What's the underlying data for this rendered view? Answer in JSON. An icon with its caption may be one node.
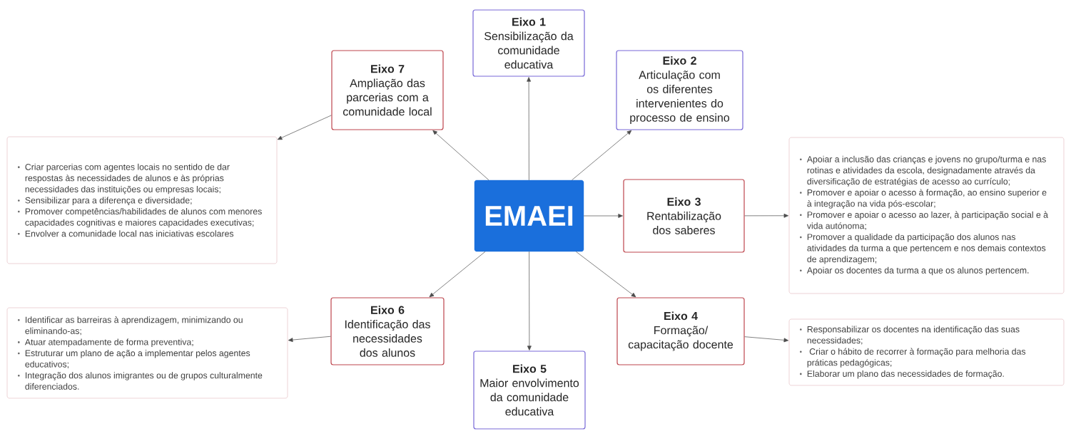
{
  "diagram": {
    "nodes": [
      {
        "text": [
          "EMAEI"
        ]
      },
      {
        "text": [
          "Eixo 1",
          "Sensibilização da comunidade educativa"
        ]
      },
      {
        "text": [
          "Eixo 2",
          "Articulação com os diferentes intervenientes do processo de ensino"
        ]
      },
      {
        "text": [
          "Eixo 3",
          "Rentabilização dos saberes"
        ]
      },
      {
        "text": [
          "Eixo 4",
          "Formação/ capacitação docente"
        ]
      },
      {
        "text": [
          "Eixo 5",
          "Maior envolvimento da comunidade educativa"
        ]
      },
      {
        "text": [
          "Eixo 6",
          "Identificação das necessidades dos alunos"
        ]
      },
      {
        "text": [
          "Eixo 7",
          "Ampliação das parcerias com a comunidade local"
        ]
      },
      {
        "text": [
          "Criar  parcerias com agentes locais no sentido de dar respostas às necessidades de alunos e às próprias necessidades das instituições ou empresas locais;",
          "Sensibilizar para a diferença e diversidade;",
          "Promover competências/habilidades de alunos com menores capacidades cognitivas e maiores capacidades executivas;",
          "Envolver a comunidade local nas iniciativas escolares"
        ]
      },
      {
        "text": [
          "Apoiar a inclusão das crianças e jovens no grupo/turma e nas rotinas e atividades da escola, designadamente através da diversificação de estratégias de acesso ao currículo;",
          "Promover e apoiar o acesso à formação, ao ensino superior e à integração na vida pós-escolar;",
          "Promover e apoiar o acesso ao lazer, à participação social e à vida autónoma;",
          "Promover a qualidade da participação dos alunos nas atividades da turma a que pertencem e nos demais contextos de aprendizagem;",
          "Apoiar os docentes da turma a que os alunos pertencem."
        ]
      },
      {
        "text": [
          "Identificar as barreiras à aprendizagem, minimizando ou eliminando-as;",
          "Atuar atempadamente de forma preventiva;",
          "Estruturar um plano de ação a implementar pelos agentes educativos;",
          "Integração dos alunos imigrantes ou de grupos culturalmente diferenciados."
        ]
      },
      {
        "text": [
          "Responsabilizar os docentes na identificação das suas necessidades;",
          " Criar o hábito de recorrer à formação para melhoria das práticas pedagógicas;",
          "Elaborar um plano das necessidades de formação."
        ]
      }
    ],
    "edges": [
      {
        "from": 0,
        "to": 1,
        "arrow": "to"
      },
      {
        "from": 0,
        "to": 2,
        "arrow": "to"
      },
      {
        "from": 0,
        "to": 3,
        "arrow": "to"
      },
      {
        "from": 0,
        "to": 4,
        "arrow": "to"
      },
      {
        "from": 0,
        "to": 5,
        "arrow": "to"
      },
      {
        "from": 0,
        "to": 6,
        "arrow": "to"
      },
      {
        "from": 0,
        "to": 7,
        "arrow": "to"
      },
      {
        "from": 7,
        "to": 8,
        "arrow": "to"
      },
      {
        "from": 3,
        "to": 9,
        "arrow": "to"
      },
      {
        "from": 6,
        "to": 10,
        "arrow": "to"
      },
      {
        "from": 4,
        "to": 11,
        "arrow": "to"
      }
    ]
  }
}
